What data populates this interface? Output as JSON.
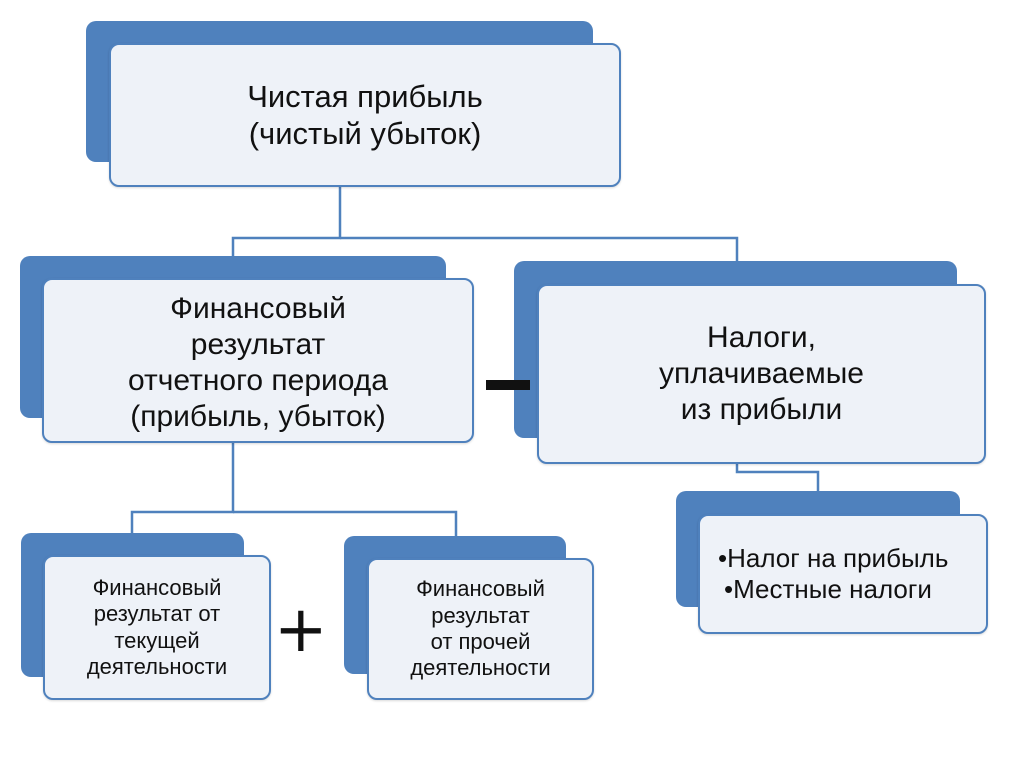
{
  "colors": {
    "accent": "#4f81bd",
    "card_fill": "#eef2f8",
    "connector": "#4f81bd"
  },
  "nodes": {
    "net_profit": {
      "lines": [
        "Чистая прибыль",
        "(чистый убыток)"
      ]
    },
    "financial_result": {
      "lines": [
        "Финансовый",
        "результат",
        "отчетного периода",
        "(прибыль, убыток)"
      ]
    },
    "taxes": {
      "lines": [
        "Налоги,",
        "уплачиваемые",
        "из прибыли"
      ]
    },
    "current_activity": {
      "lines": [
        "Финансовый",
        "результат от",
        "текущей",
        "деятельности"
      ]
    },
    "other_activity": {
      "lines": [
        "Финансовый",
        "результат",
        "от прочей",
        "деятельности"
      ]
    },
    "tax_list": {
      "lines": [
        "•Налог на прибыль",
        "•Местные налоги"
      ]
    }
  },
  "operators": {
    "minus": "-",
    "plus": "+"
  }
}
